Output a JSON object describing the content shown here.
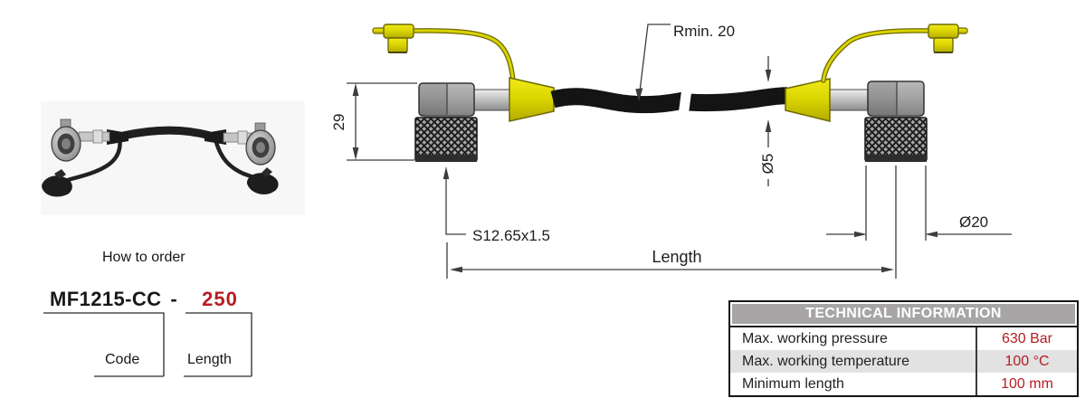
{
  "order": {
    "heading": "How to order",
    "code": "MF1215-CC",
    "separator": "-",
    "length_value": "250",
    "code_label": "Code",
    "length_label": "Length"
  },
  "drawing": {
    "dim_height": "29",
    "dim_bend_radius": "Rmin. 20",
    "dim_hose_diameter": "Ø5",
    "dim_thread": "S12.65x1.5",
    "dim_length": "Length",
    "dim_nut_diameter": "Ø20"
  },
  "table": {
    "title": "TECHNICAL INFORMATION",
    "rows": [
      {
        "label": "Max. working pressure",
        "value": "630 Bar"
      },
      {
        "label": "Max. working temperature",
        "value": "100 °C"
      },
      {
        "label": "Minimum length",
        "value": "100 mm"
      }
    ]
  },
  "colors": {
    "accent_red": "#b61d22",
    "cap_yellow": "#d9d300",
    "table_header_bg": "#a7a5a6",
    "table_row_alt_bg": "#e2e2e2"
  }
}
